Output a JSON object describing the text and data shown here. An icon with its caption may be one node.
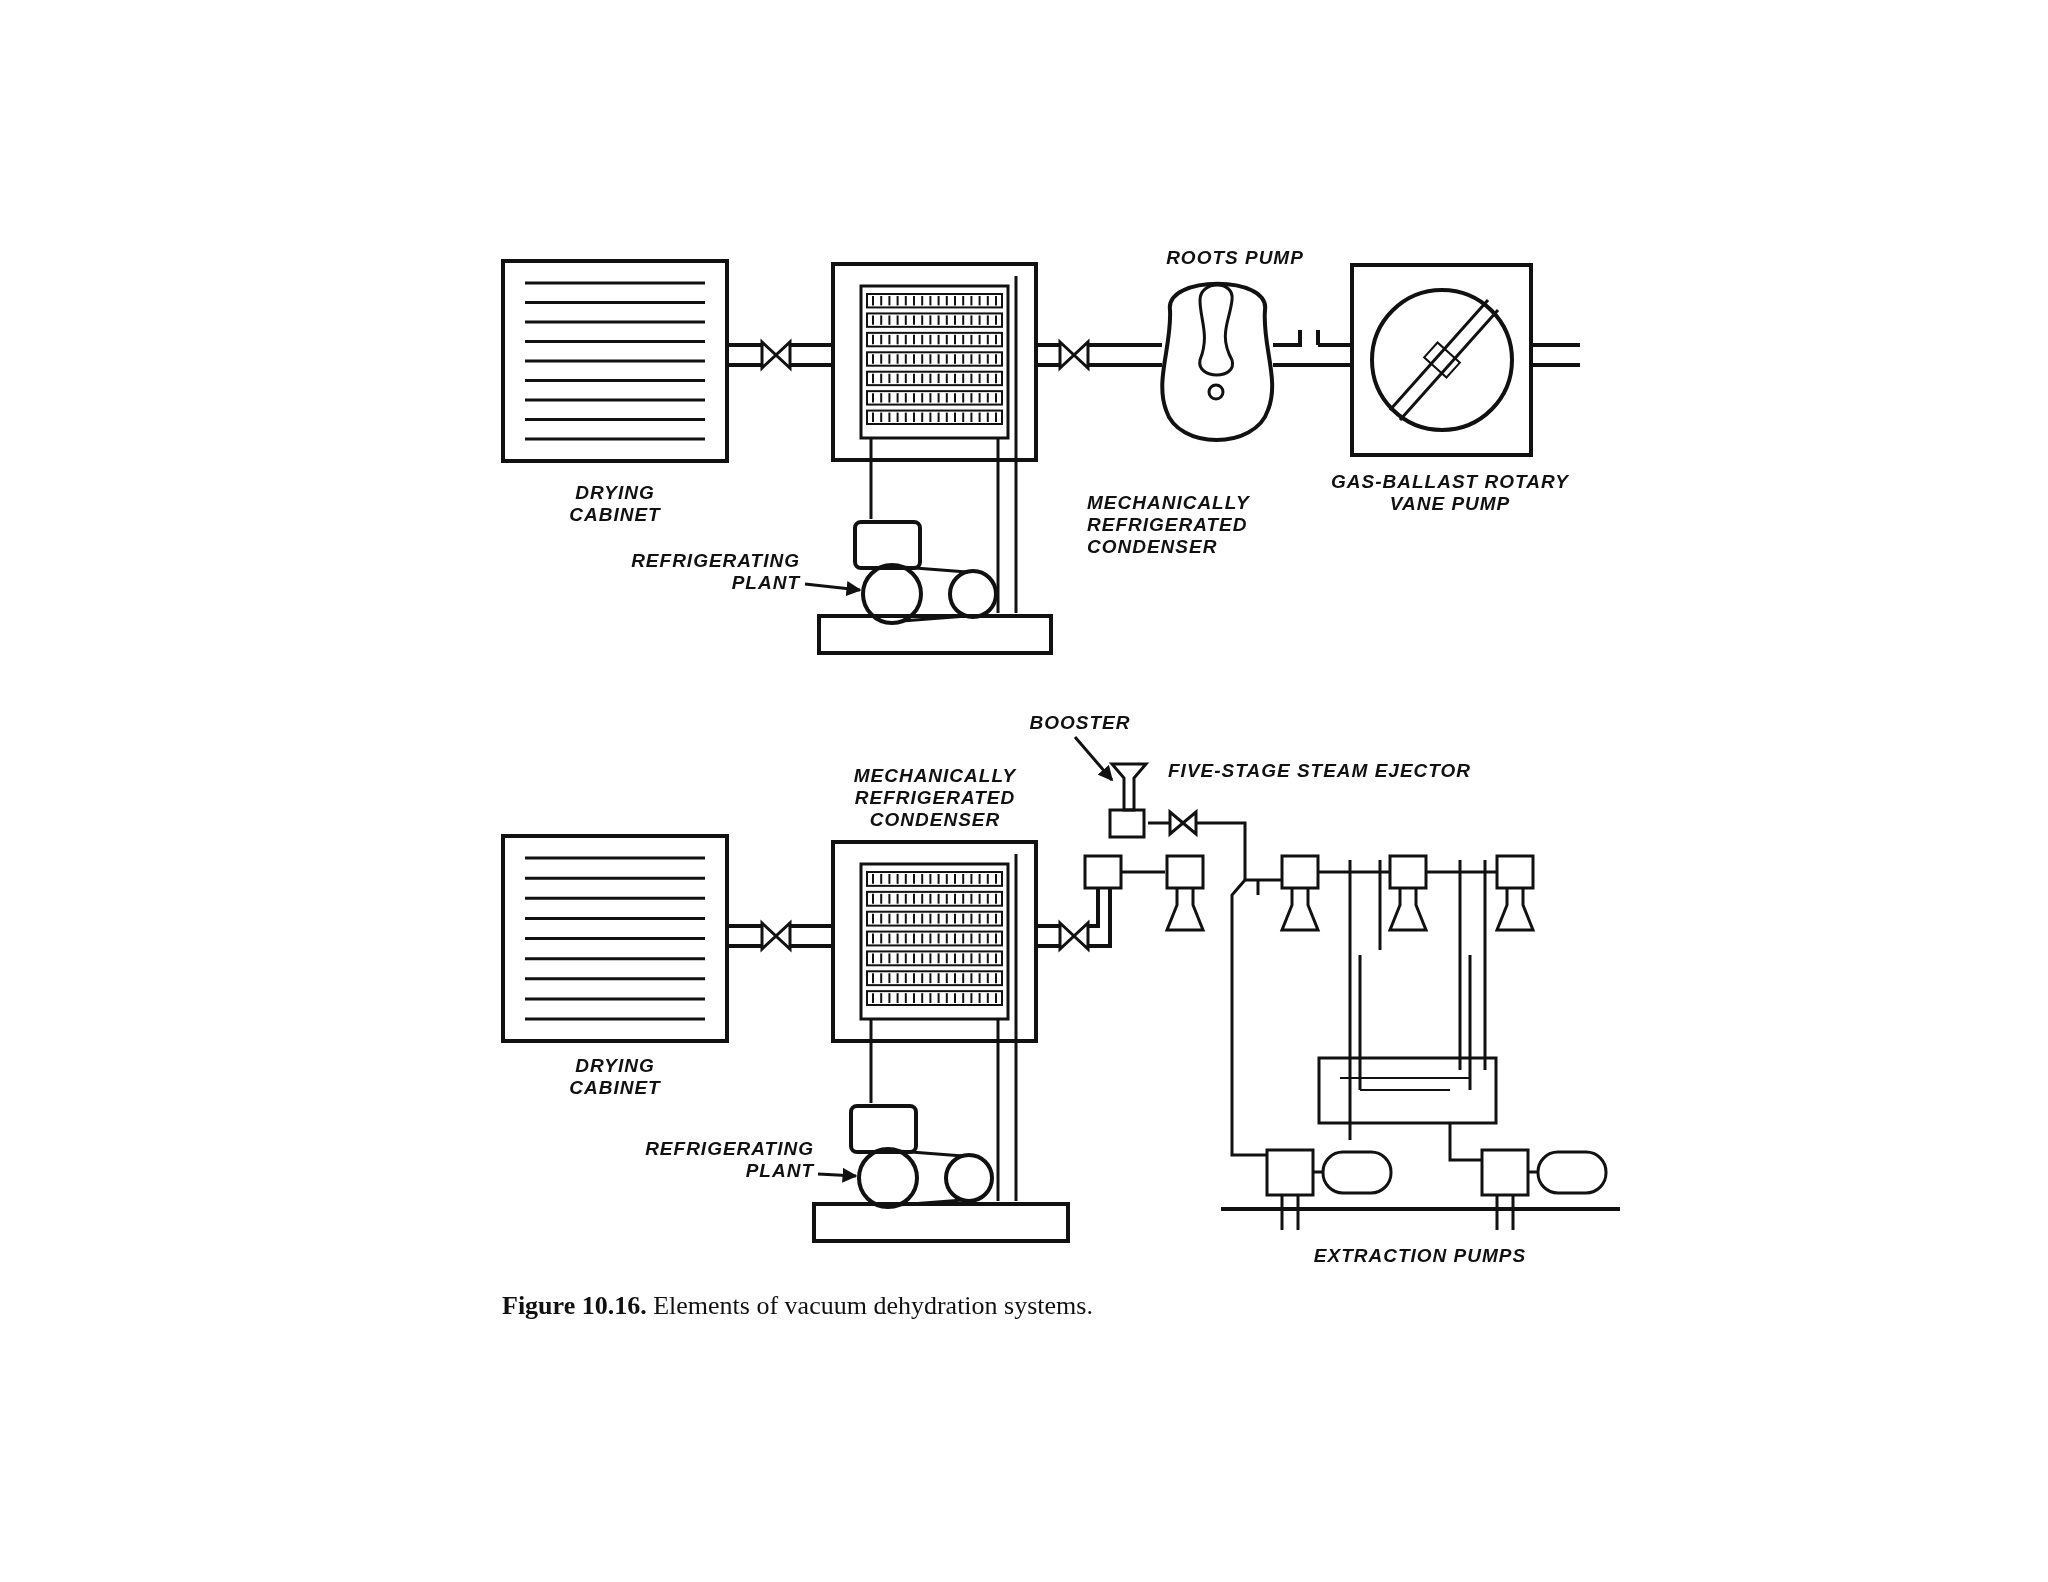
{
  "diagram": {
    "caption": "**Figure 10.16.** Elements of vacuum dehydration systems.",
    "nodes": [
      {
        "text": [
          "REFRIGERATING PLANT"
        ]
      },
      {
        "text": [],
        "shape": "picture"
      },
      {
        "text": [
          "REFRIGERATING PLANT"
        ]
      },
      {
        "text": [],
        "shape": "picture"
      },
      {
        "text": [
          "BOOSTER"
        ]
      },
      {
        "text": [],
        "shape": "picture"
      }
    ],
    "edges": [
      {
        "from": 0,
        "to": 1,
        "arrow": "to"
      },
      {
        "from": 2,
        "to": 3,
        "arrow": "to"
      },
      {
        "from": 4,
        "to": 5,
        "arrow": "to"
      }
    ],
    "labels": [
      "ROOTS PUMP",
      "DRYING CABINET",
      "GAS-BALLAST ROTARY VANE PUMP",
      "MECHANICALLY REFRIGERATED CONDENSER",
      "FIVE-STAGE STEAM EJECTOR",
      "MECHANICALLY REFRIGERATED CONDENSER",
      "DRYING CABINET",
      "EXTRACTION PUMPS"
    ]
  }
}
